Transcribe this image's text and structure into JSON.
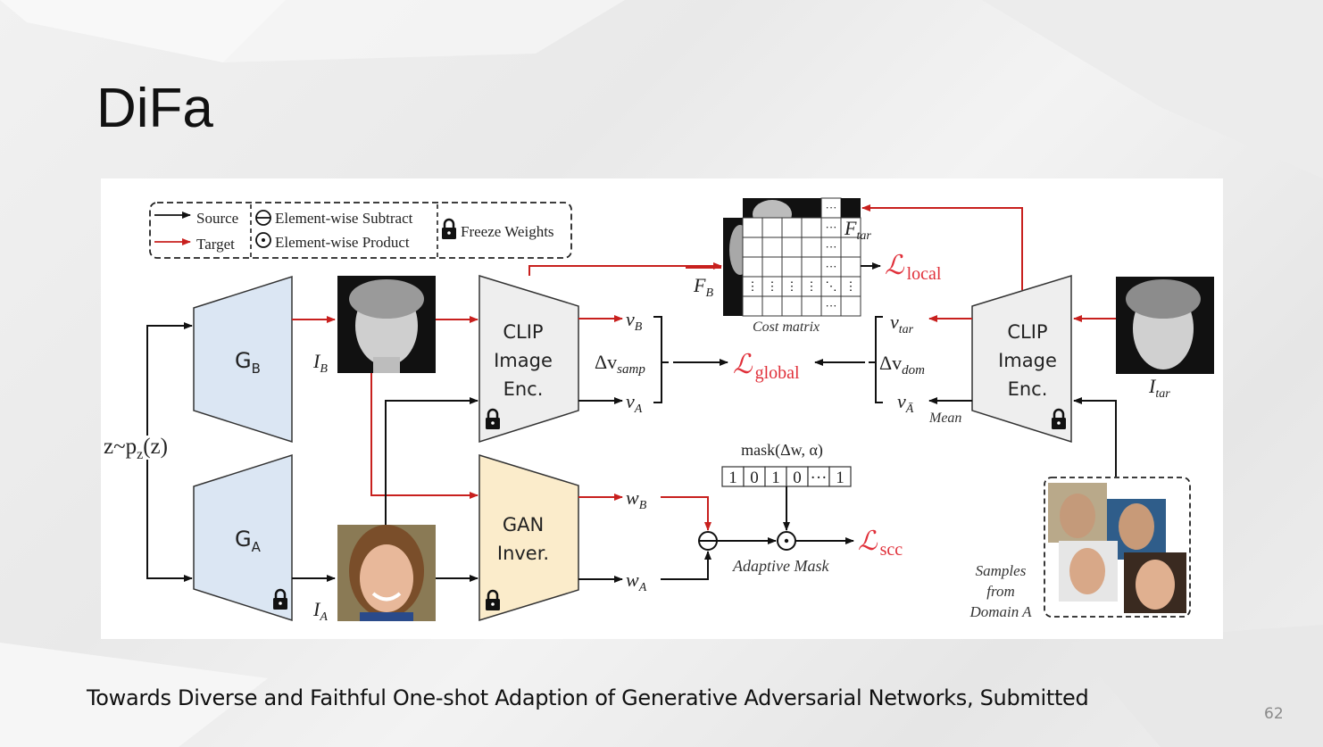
{
  "slide": {
    "title": "DiFa",
    "caption": "Towards Diverse and Faithful One-shot Adaption of Generative Adversarial Networks, Submitted",
    "page_number": "62"
  },
  "colors": {
    "source": "#111111",
    "target": "#c8201e",
    "loss": "#e0303a",
    "generator_fill": "#dbe6f3",
    "clip_fill": "#eeeeee",
    "gan_inv_fill": "#fbeccb"
  },
  "legend": {
    "source": "Source",
    "target": "Target",
    "subtract": "Element-wise Subtract",
    "product": "Element-wise Product",
    "freeze": "Freeze Weights"
  },
  "diagram": {
    "latent": "z~p",
    "latent_sub": "z",
    "latent_tail": "(z)",
    "gen_b": "G",
    "gen_b_sub": "B",
    "gen_a": "G",
    "gen_a_sub": "A",
    "img_b": "I",
    "img_b_sub": "B",
    "img_a": "I",
    "img_a_sub": "A",
    "img_tar": "I",
    "img_tar_sub": "tar",
    "clip_left": [
      "CLIP",
      "Image",
      "Enc."
    ],
    "clip_right": [
      "CLIP",
      "Image",
      "Enc."
    ],
    "gan_inv": [
      "GAN",
      "Inver."
    ],
    "v_b": "v",
    "v_b_sub": "B",
    "v_a": "v",
    "v_a_sub": "A",
    "dv_samp": "Δv",
    "dv_samp_sub": "samp",
    "v_tar": "v",
    "v_tar_sub": "tar",
    "dv_dom": "Δv",
    "dv_dom_sub": "dom",
    "v_abar": "v",
    "v_abar_sub": "Ā",
    "mean_label": "Mean",
    "w_b": "w",
    "w_b_sub": "B",
    "w_a": "w",
    "w_a_sub": "A",
    "f_b": "F",
    "f_b_sub": "B",
    "f_tar": "F",
    "f_tar_sub": "tar",
    "cost_matrix": "Cost matrix",
    "loss_local": "local",
    "loss_global": "global",
    "loss_scc": "scc",
    "loss_symbol": "ℒ",
    "mask_label": "mask(Δw, α)",
    "mask_values": [
      "1",
      "0",
      "1",
      "0",
      "···",
      "1"
    ],
    "adaptive_mask": "Adaptive Mask",
    "samples_label": [
      "Samples",
      "from",
      "Domain A"
    ]
  }
}
